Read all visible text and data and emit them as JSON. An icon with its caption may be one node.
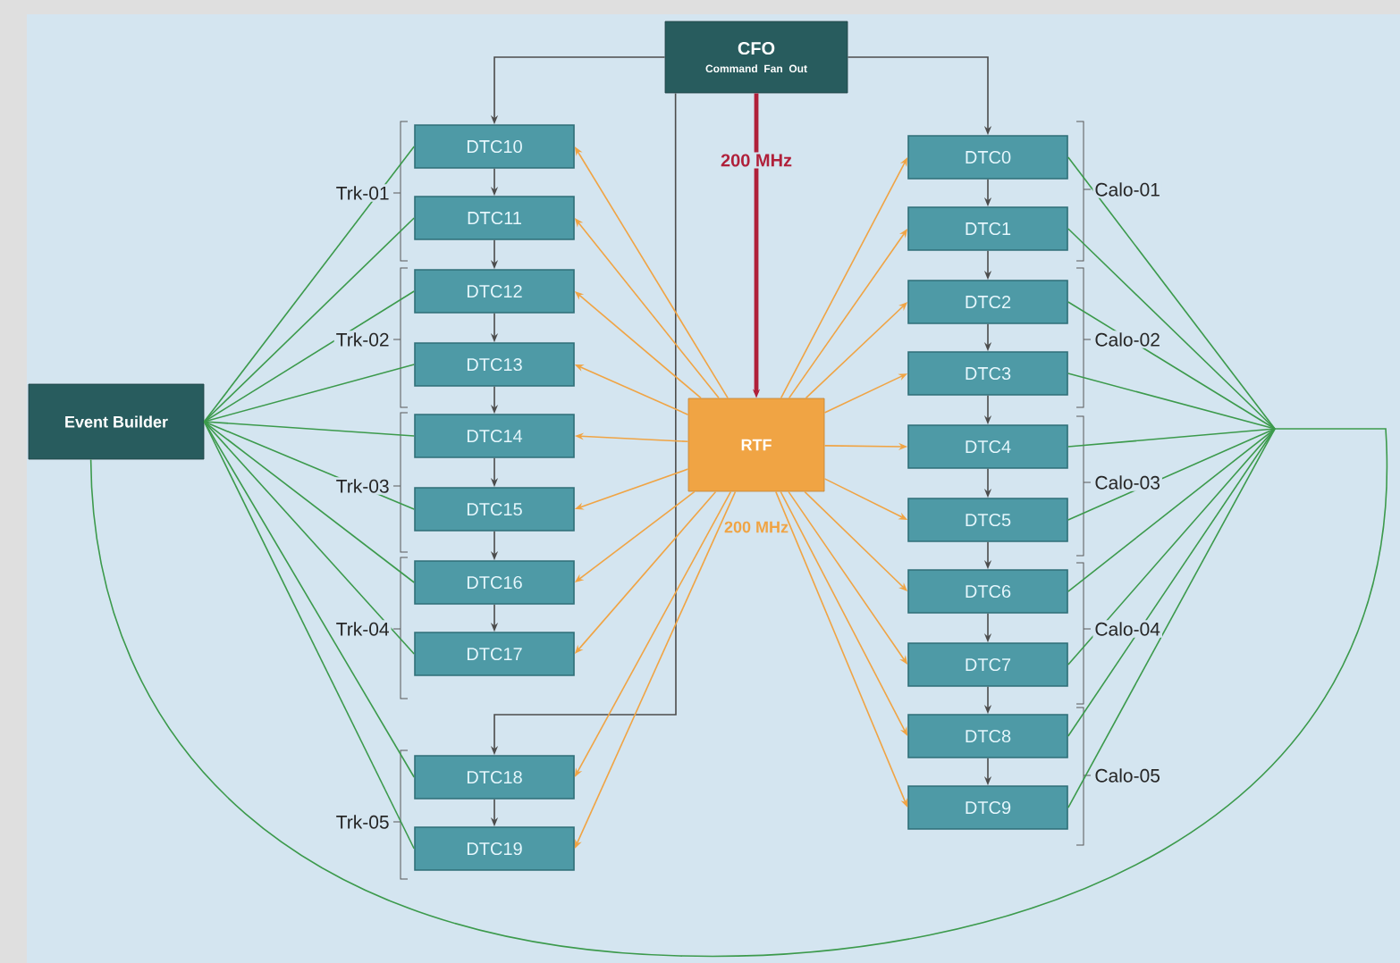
{
  "diagram": {
    "nodes": [
      {
        "text": [
          "CFO",
          "Command Fan Out"
        ]
      },
      {
        "text": [
          "Event Builder"
        ]
      },
      {
        "text": [
          "DTC10"
        ]
      },
      {
        "text": [
          "DTC11"
        ]
      },
      {
        "text": [
          "DTC12"
        ]
      },
      {
        "text": [
          "DTC13"
        ]
      },
      {
        "text": [
          "DTC14"
        ]
      },
      {
        "text": [
          "DTC15"
        ]
      },
      {
        "text": [
          "DTC16"
        ]
      },
      {
        "text": [
          "DTC17"
        ]
      },
      {
        "text": [
          "DTC18"
        ]
      },
      {
        "text": [
          "DTC19"
        ]
      },
      {
        "text": [
          "RTF"
        ],
        "beside": [
          "200 MHz"
        ]
      },
      {
        "text": [
          "DTC0"
        ]
      },
      {
        "text": [
          "DTC1"
        ]
      },
      {
        "text": [
          "DTC2"
        ]
      },
      {
        "text": [
          "DTC3"
        ]
      },
      {
        "text": [
          "DTC4"
        ]
      },
      {
        "text": [
          "DTC5"
        ]
      },
      {
        "text": [
          "DTC6"
        ]
      },
      {
        "text": [
          "DTC7"
        ]
      },
      {
        "text": [
          "DTC8"
        ]
      },
      {
        "text": [
          "DTC9"
        ]
      }
    ],
    "edges": [
      {
        "from": 0,
        "to": 2,
        "arrow": "to"
      },
      {
        "from": 0,
        "to": 13,
        "arrow": "to"
      },
      {
        "from": 0,
        "to": 10,
        "arrow": "to"
      },
      {
        "from": 0,
        "to": 12,
        "arrow": "to",
        "label": "200 MHz",
        "style": "thick",
        "color": "#b0203a"
      },
      {
        "from": 2,
        "to": 3,
        "arrow": "to"
      },
      {
        "from": 3,
        "to": 4,
        "arrow": "to"
      },
      {
        "from": 4,
        "to": 5,
        "arrow": "to"
      },
      {
        "from": 5,
        "to": 6,
        "arrow": "to"
      },
      {
        "from": 6,
        "to": 7,
        "arrow": "to"
      },
      {
        "from": 7,
        "to": 8,
        "arrow": "to"
      },
      {
        "from": 8,
        "to": 9,
        "arrow": "to"
      },
      {
        "from": 10,
        "to": 11,
        "arrow": "to"
      },
      {
        "from": 13,
        "to": 14,
        "arrow": "to"
      },
      {
        "from": 14,
        "to": 15,
        "arrow": "to"
      },
      {
        "from": 15,
        "to": 16,
        "arrow": "to"
      },
      {
        "from": 16,
        "to": 17,
        "arrow": "to"
      },
      {
        "from": 17,
        "to": 18,
        "arrow": "to"
      },
      {
        "from": 18,
        "to": 19,
        "arrow": "to"
      },
      {
        "from": 19,
        "to": 20,
        "arrow": "to"
      },
      {
        "from": 20,
        "to": 21,
        "arrow": "to"
      },
      {
        "from": 21,
        "to": 22,
        "arrow": "to"
      },
      {
        "from": 12,
        "to": 2,
        "arrow": "to",
        "color": "#f0a444"
      },
      {
        "from": 12,
        "to": 3,
        "arrow": "to",
        "color": "#f0a444"
      },
      {
        "from": 12,
        "to": 4,
        "arrow": "to",
        "color": "#f0a444"
      },
      {
        "from": 12,
        "to": 5,
        "arrow": "to",
        "color": "#f0a444"
      },
      {
        "from": 12,
        "to": 6,
        "arrow": "to",
        "color": "#f0a444"
      },
      {
        "from": 12,
        "to": 7,
        "arrow": "to",
        "color": "#f0a444"
      },
      {
        "from": 12,
        "to": 8,
        "arrow": "to",
        "color": "#f0a444"
      },
      {
        "from": 12,
        "to": 9,
        "arrow": "to",
        "color": "#f0a444"
      },
      {
        "from": 12,
        "to": 10,
        "arrow": "to",
        "color": "#f0a444"
      },
      {
        "from": 12,
        "to": 11,
        "arrow": "to",
        "color": "#f0a444"
      },
      {
        "from": 12,
        "to": 13,
        "arrow": "to",
        "color": "#f0a444"
      },
      {
        "from": 12,
        "to": 14,
        "arrow": "to",
        "color": "#f0a444"
      },
      {
        "from": 12,
        "to": 15,
        "arrow": "to",
        "color": "#f0a444"
      },
      {
        "from": 12,
        "to": 16,
        "arrow": "to",
        "color": "#f0a444"
      },
      {
        "from": 12,
        "to": 17,
        "arrow": "to",
        "color": "#f0a444"
      },
      {
        "from": 12,
        "to": 18,
        "arrow": "to",
        "color": "#f0a444"
      },
      {
        "from": 12,
        "to": 19,
        "arrow": "to",
        "color": "#f0a444"
      },
      {
        "from": 12,
        "to": 20,
        "arrow": "to",
        "color": "#f0a444"
      },
      {
        "from": 12,
        "to": 21,
        "arrow": "to",
        "color": "#f0a444"
      },
      {
        "from": 12,
        "to": 22,
        "arrow": "to",
        "color": "#f0a444"
      },
      {
        "from": 1,
        "to": 2,
        "arrow": "none",
        "color": "#3c9a4c"
      },
      {
        "from": 1,
        "to": 3,
        "arrow": "none",
        "color": "#3c9a4c"
      },
      {
        "from": 1,
        "to": 4,
        "arrow": "none",
        "color": "#3c9a4c"
      },
      {
        "from": 1,
        "to": 5,
        "arrow": "none",
        "color": "#3c9a4c"
      },
      {
        "from": 1,
        "to": 6,
        "arrow": "none",
        "color": "#3c9a4c"
      },
      {
        "from": 1,
        "to": 7,
        "arrow": "none",
        "color": "#3c9a4c"
      },
      {
        "from": 1,
        "to": 8,
        "arrow": "none",
        "color": "#3c9a4c"
      },
      {
        "from": 1,
        "to": 9,
        "arrow": "none",
        "color": "#3c9a4c"
      },
      {
        "from": 1,
        "to": 10,
        "arrow": "none",
        "color": "#3c9a4c"
      },
      {
        "from": 1,
        "to": 11,
        "arrow": "none",
        "color": "#3c9a4c"
      },
      {
        "from": 13,
        "to": 1,
        "arrow": "none",
        "color": "#3c9a4c"
      },
      {
        "from": 14,
        "to": 1,
        "arrow": "none",
        "color": "#3c9a4c"
      },
      {
        "from": 15,
        "to": 1,
        "arrow": "none",
        "color": "#3c9a4c"
      },
      {
        "from": 16,
        "to": 1,
        "arrow": "none",
        "color": "#3c9a4c"
      },
      {
        "from": 17,
        "to": 1,
        "arrow": "none",
        "color": "#3c9a4c"
      },
      {
        "from": 18,
        "to": 1,
        "arrow": "none",
        "color": "#3c9a4c"
      },
      {
        "from": 19,
        "to": 1,
        "arrow": "none",
        "color": "#3c9a4c"
      },
      {
        "from": 20,
        "to": 1,
        "arrow": "none",
        "color": "#3c9a4c"
      },
      {
        "from": 21,
        "to": 1,
        "arrow": "none",
        "color": "#3c9a4c"
      },
      {
        "from": 22,
        "to": 1,
        "arrow": "none",
        "color": "#3c9a4c"
      }
    ],
    "labels": [
      "Trk-01",
      "Trk-02",
      "Trk-03",
      "Trk-04",
      "Trk-05",
      "Calo-01",
      "Calo-02",
      "Calo-03",
      "Calo-04",
      "Calo-05"
    ]
  }
}
